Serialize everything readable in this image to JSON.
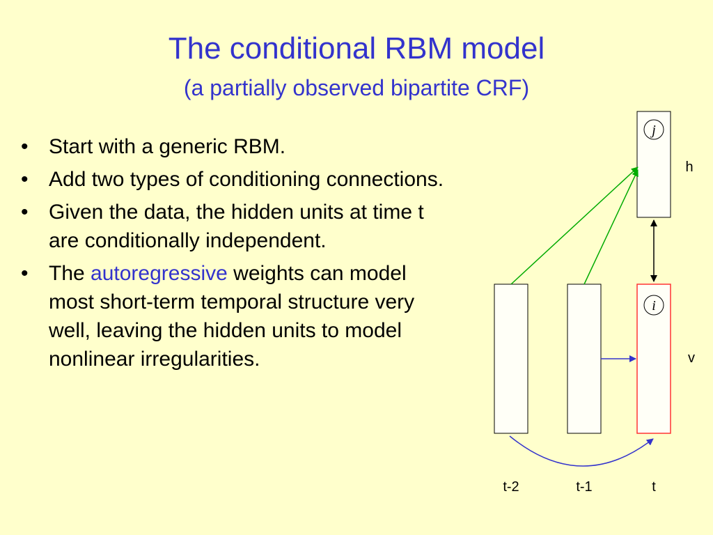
{
  "title": "The conditional RBM model",
  "subtitle": "(a partially observed bipartite CRF)",
  "bullets": [
    {
      "text": "Start with a generic RBM."
    },
    {
      "text": "Add two types of conditioning connections."
    },
    {
      "text": "Given the data, the hidden units at time t are conditionally independent."
    },
    {
      "prefix": "The ",
      "highlight": "autoregressive",
      "suffix": " weights can model most short-term temporal structure very well, leaving the hidden units to model nonlinear irregularities."
    }
  ],
  "bullet_symbol": "•",
  "diagram": {
    "hidden_label": "h",
    "visible_label": "v",
    "hidden_unit": "j",
    "visible_unit": "i",
    "time_labels": [
      "t-2",
      "t-1",
      "t"
    ]
  },
  "colors": {
    "background": "#ffffcc",
    "title": "#3333cc",
    "highlight": "#3333cc",
    "directed_connections": "#00aa00",
    "autoregressive_connections": "#3333cc",
    "current_visible_border": "#ff3333"
  }
}
